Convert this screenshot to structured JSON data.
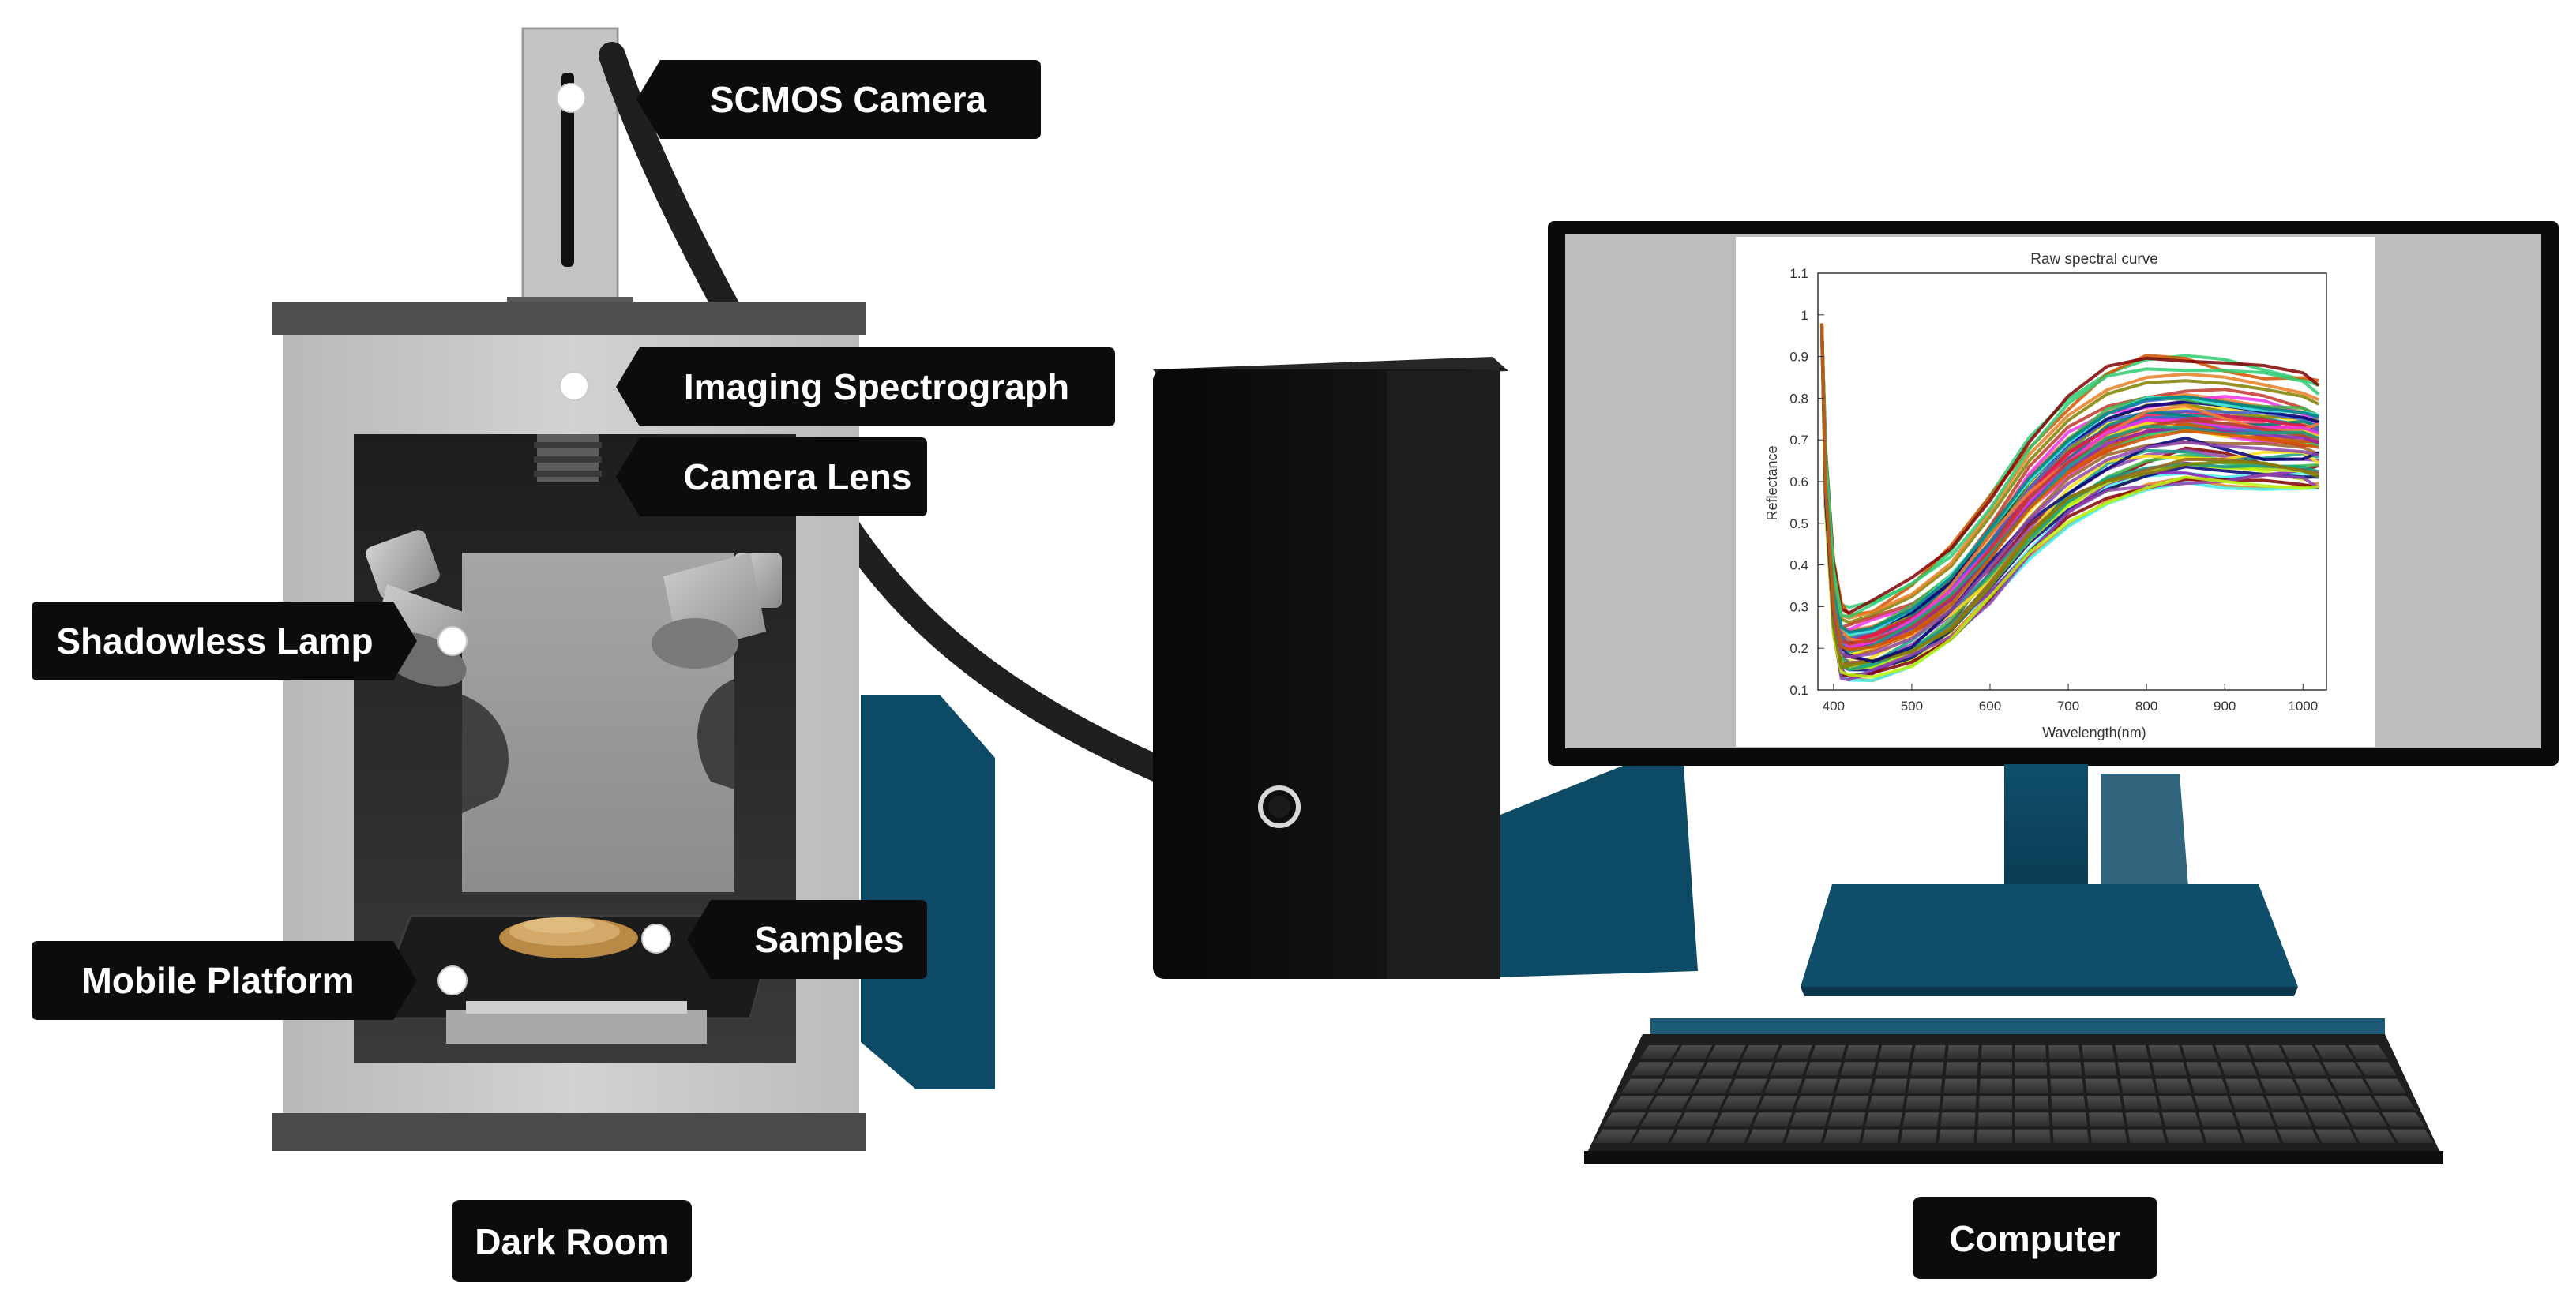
{
  "labels": {
    "scmos_camera": "SCMOS Camera",
    "imaging_spectrograph": "Imaging Spectrograph",
    "camera_lens": "Camera Lens",
    "shadowless_lamp": "Shadowless Lamp",
    "samples": "Samples",
    "mobile_platform": "Mobile Platform",
    "dark_room": "Dark Room",
    "computer": "Computer"
  },
  "colors": {
    "label_bg": "#0c0c0c",
    "label_text": "#ffffff",
    "dark_room_frame": "#c7c7c7",
    "dark_room_base": "#4a4a4a",
    "interior": "#2b2b2b",
    "teal_shadow": "#0d4a66",
    "pc_case": "#121212",
    "monitor_bezel": "#0a0a0a",
    "monitor_side": "#bdbdbd",
    "cable": "#1f1f1f",
    "samples": "#c9a060"
  },
  "chart_data": {
    "type": "line",
    "title": "Raw spectral curve",
    "xlabel": "Wavelength(nm)",
    "ylabel": "Reflectance",
    "xlim": [
      380,
      1030
    ],
    "ylim": [
      0.1,
      1.1
    ],
    "x_ticks": [
      400,
      500,
      600,
      700,
      800,
      900,
      1000
    ],
    "y_ticks": [
      0.1,
      0.2,
      0.3,
      0.4,
      0.5,
      0.6,
      0.7,
      0.8,
      0.9,
      1,
      1.1
    ],
    "x": [
      385,
      390,
      400,
      410,
      420,
      450,
      500,
      550,
      600,
      650,
      700,
      750,
      800,
      850,
      900,
      950,
      1000,
      1020
    ],
    "mean_curve": [
      0.98,
      0.6,
      0.32,
      0.22,
      0.21,
      0.22,
      0.26,
      0.33,
      0.44,
      0.56,
      0.65,
      0.71,
      0.74,
      0.75,
      0.74,
      0.73,
      0.72,
      0.71
    ],
    "spread": [
      0.03,
      0.08,
      0.1,
      0.1,
      0.1,
      0.11,
      0.12,
      0.13,
      0.15,
      0.17,
      0.18,
      0.19,
      0.19,
      0.18,
      0.18,
      0.17,
      0.16,
      0.15
    ],
    "series_count": 60,
    "grid": false,
    "legend": "none"
  }
}
